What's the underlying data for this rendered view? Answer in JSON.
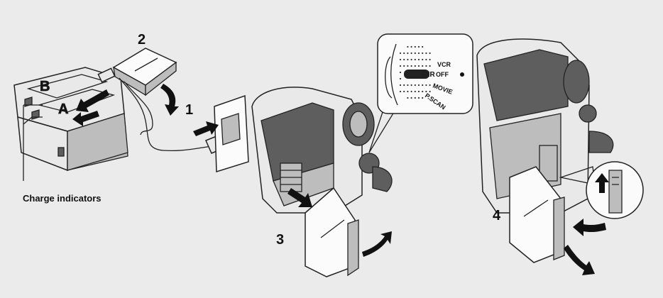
{
  "diagram": {
    "background_color": "#ebebeb",
    "labels": {
      "step1": "1",
      "step2": "2",
      "step3": "3",
      "step4": "4",
      "slot_a": "A",
      "slot_b": "B",
      "charge_indicators": "Charge indicators"
    },
    "dial": {
      "power": "POWER",
      "vcr": "VCR",
      "off": "OFF",
      "movie": "MOVIE",
      "pscan": "P.SCAN"
    },
    "icons": [
      "charger",
      "battery-pack",
      "power-cord",
      "wall-outlet",
      "camcorder",
      "power-dial",
      "battery-release-latch",
      "arrow"
    ]
  }
}
